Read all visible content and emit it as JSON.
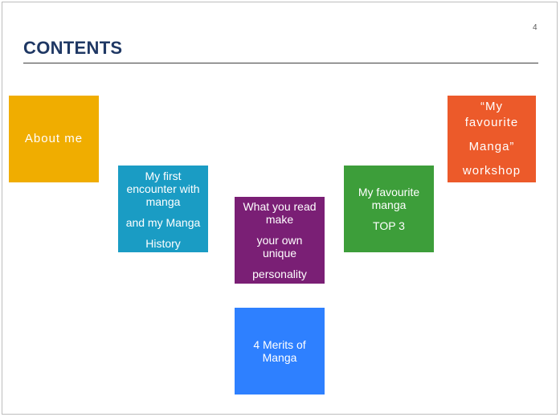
{
  "page": {
    "number": "4",
    "title": "CONTENTS"
  },
  "tiles": {
    "about": {
      "lines": [
        "About me"
      ],
      "color": "#f0ad00"
    },
    "first_encounter": {
      "lines": [
        "My first",
        "encounter with",
        "manga",
        "and my Manga",
        "History"
      ],
      "color": "#1a9cc4"
    },
    "what_you_read": {
      "lines": [
        "What you read",
        "make",
        "your own",
        "unique",
        "personality"
      ],
      "color": "#7a1f75"
    },
    "merits": {
      "lines": [
        "4 Merits of",
        "Manga"
      ],
      "color": "#2e80ff"
    },
    "favourite": {
      "lines": [
        "My favourite",
        "manga",
        "TOP 3"
      ],
      "color": "#3d9e3a"
    },
    "workshop": {
      "lines": [
        "“My",
        "favourite",
        "Manga”",
        "workshop"
      ],
      "color": "#ec5a2a"
    }
  }
}
